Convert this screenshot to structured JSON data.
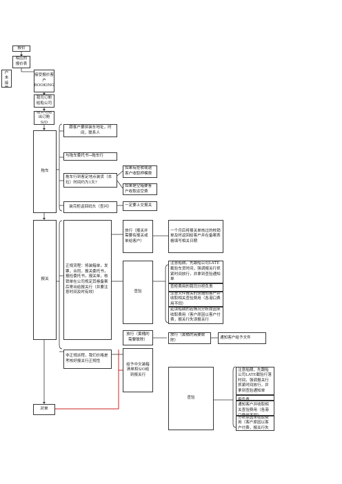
{
  "steps": {
    "s1": "报价",
    "s2": "相应的报价表",
    "s3a": "客户未接受",
    "s3b": "接受报价客户BOOKING",
    "s4": "我司订舱给船公司",
    "s5": "船公司给出订舱S/O"
  },
  "phases": {
    "trailer": "拖车",
    "customs": "报关",
    "reconcile": "对单"
  },
  "trailer": {
    "t1": "跟客户要拼装车地址，时间，联系人",
    "t2": "与拖车委托书→拖车行",
    "t3": "拖车行到客定地点装货（去拉）时间约为1天?",
    "t4": "如果有拒收或退客户收取押模费",
    "t5": "如果是空箱要客户收取运空费",
    "t6": "装完柜返回码头（查问）",
    "t7": "一定要上交报关"
  },
  "customs": {
    "main": "正规流程：将装箱单，发票，合同，报关委托书，报检委托书，报关单，核销单在公司规定其格备案后寄出给报关行（并要注意时间及时有效）",
    "agent": "放行（报关并需要有报关或单给客户）",
    "note1": "一个月后将报关单核过的核销单及时返回给客户并在备案表格填写相关日期",
    "inspect": "查验",
    "i1": "注意船期，先跟船公司LATE截验车货时间，强调报关行抓紧时间放行，并拿到查验通知单",
    "i2": "查柜费用的我司分担负责",
    "i3": "注意文件报关的须通知客户并收取相关查验费用（各港口费用不同）",
    "i4": "延误船期的若情况分析原因来收取费用（客户原因以客户付费，报关行失误报关行"
  },
  "lower": {
    "abnormal": "非正规派程，我们价格是考核好报关行正规性",
    "release": "放行（黄桶的需要联除）",
    "notify": "通知客户给予文件",
    "bl": "给予中文装箱清单和S/O给到报关行",
    "inspect2": "查验",
    "j1": "注意船期，先跟船公司LATE截验行落时间，强调报关行抓紧时间放行，并拿到查验通知单",
    "j2": "查柜费用的我司分担负责",
    "j3": "注意文件报关的须通知客户并收取相关查验费用（各港口费用不同）",
    "j4": "延误船期的若情况分析原因来收取费用（客户原因以客户付费，报关行失误报关行付费）"
  },
  "colors": {
    "line": "#333333",
    "highlight": "#cc2222"
  }
}
